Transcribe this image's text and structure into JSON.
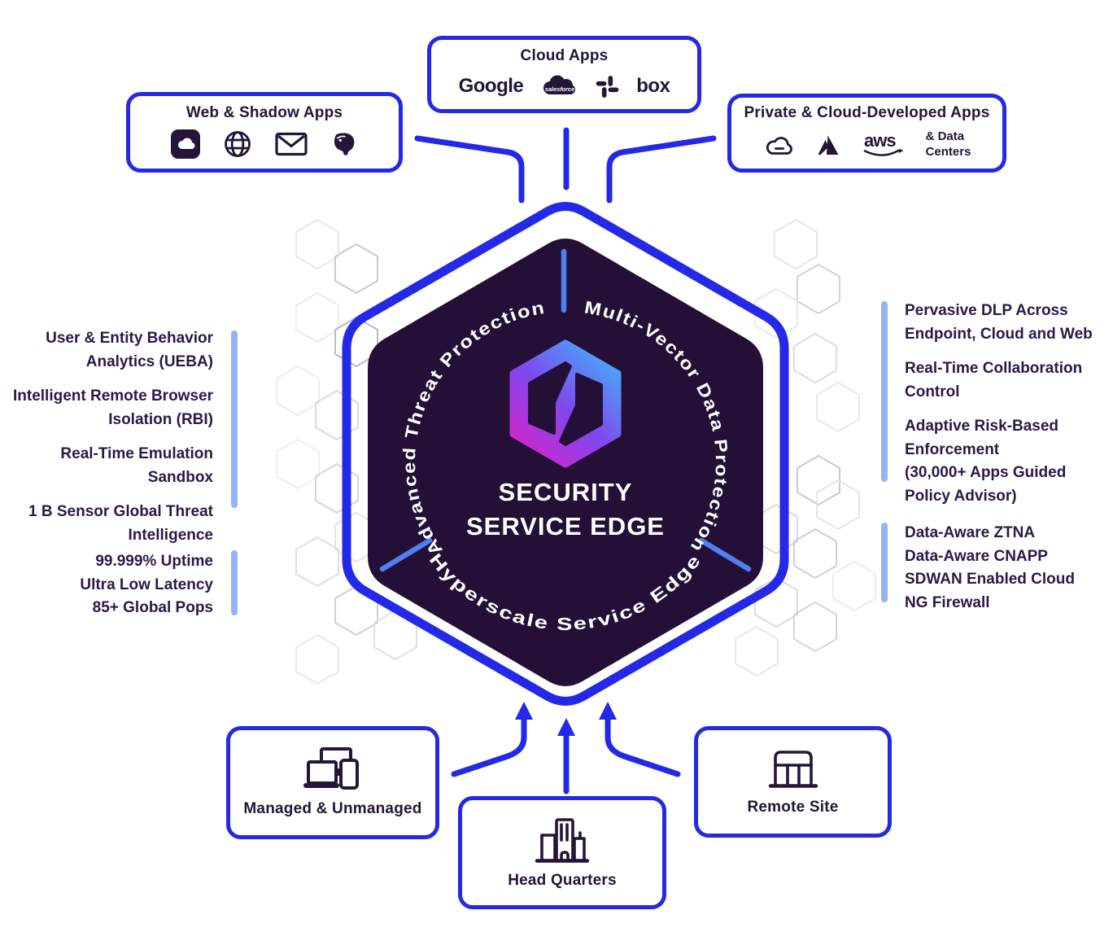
{
  "colors": {
    "primary_blue": "#2429e8",
    "light_blue_bar": "#94b4f8",
    "divider_blue": "#4d80f0",
    "hexagon_dark": "#241037",
    "text_dark": "#2d1847",
    "logo_gradient": [
      "#4e9df8",
      "#7e49ee",
      "#cd27cf"
    ]
  },
  "hexagon": {
    "arc_left": "Advanced Threat Protection",
    "arc_right": "Multi-Vector Data Protection",
    "arc_bottom": "Hyperscale Service Edge",
    "title_line1": "SECURITY",
    "title_line2": "SERVICE EDGE",
    "logo": "sse-hexagon-logo"
  },
  "boxes": {
    "cloud_apps": {
      "title": "Cloud Apps",
      "google_label": "Google",
      "salesforce_label": "salesforce",
      "box_label": "box",
      "icons": [
        "google-wordmark",
        "salesforce-logo",
        "slack-icon",
        "box-wordmark"
      ]
    },
    "web_shadow": {
      "title": "Web & Shadow Apps",
      "icons": [
        "cloud-app-icon",
        "globe-icon",
        "mail-icon",
        "evernote-icon"
      ]
    },
    "private_apps": {
      "title": "Private & Cloud-Developed Apps",
      "aws_label": "aws",
      "data_centers": "& Data\nCenters",
      "icons": [
        "google-cloud-icon",
        "azure-icon",
        "aws-wordmark"
      ]
    },
    "managed": {
      "title": "Managed & Unmanaged",
      "icon": "devices-icon"
    },
    "head_quarters": {
      "title": "Head Quarters",
      "icon": "buildings-icon"
    },
    "remote_site": {
      "title": "Remote Site",
      "icon": "storefront-icon"
    }
  },
  "left_capabilities": {
    "items": [
      "User & Entity Behavior\nAnalytics (UEBA)",
      "Intelligent Remote Browser\nIsolation (RBI)",
      "Real-Time Emulation\nSandbox",
      "1 B Sensor Global Threat\nIntelligence"
    ]
  },
  "left_platform": {
    "items": [
      "99.999% Uptime",
      "Ultra Low Latency",
      "85+ Global Pops"
    ]
  },
  "right_capabilities": {
    "items": [
      "Pervasive DLP Across\nEndpoint, Cloud and Web",
      "Real-Time Collaboration\nControl",
      "Adaptive Risk-Based\nEnforcement\n(30,000+ Apps Guided\nPolicy Advisor)"
    ]
  },
  "right_services": {
    "items": [
      "Data-Aware ZTNA",
      "Data-Aware CNAPP",
      "SDWAN Enabled Cloud\nNG Firewall"
    ]
  }
}
